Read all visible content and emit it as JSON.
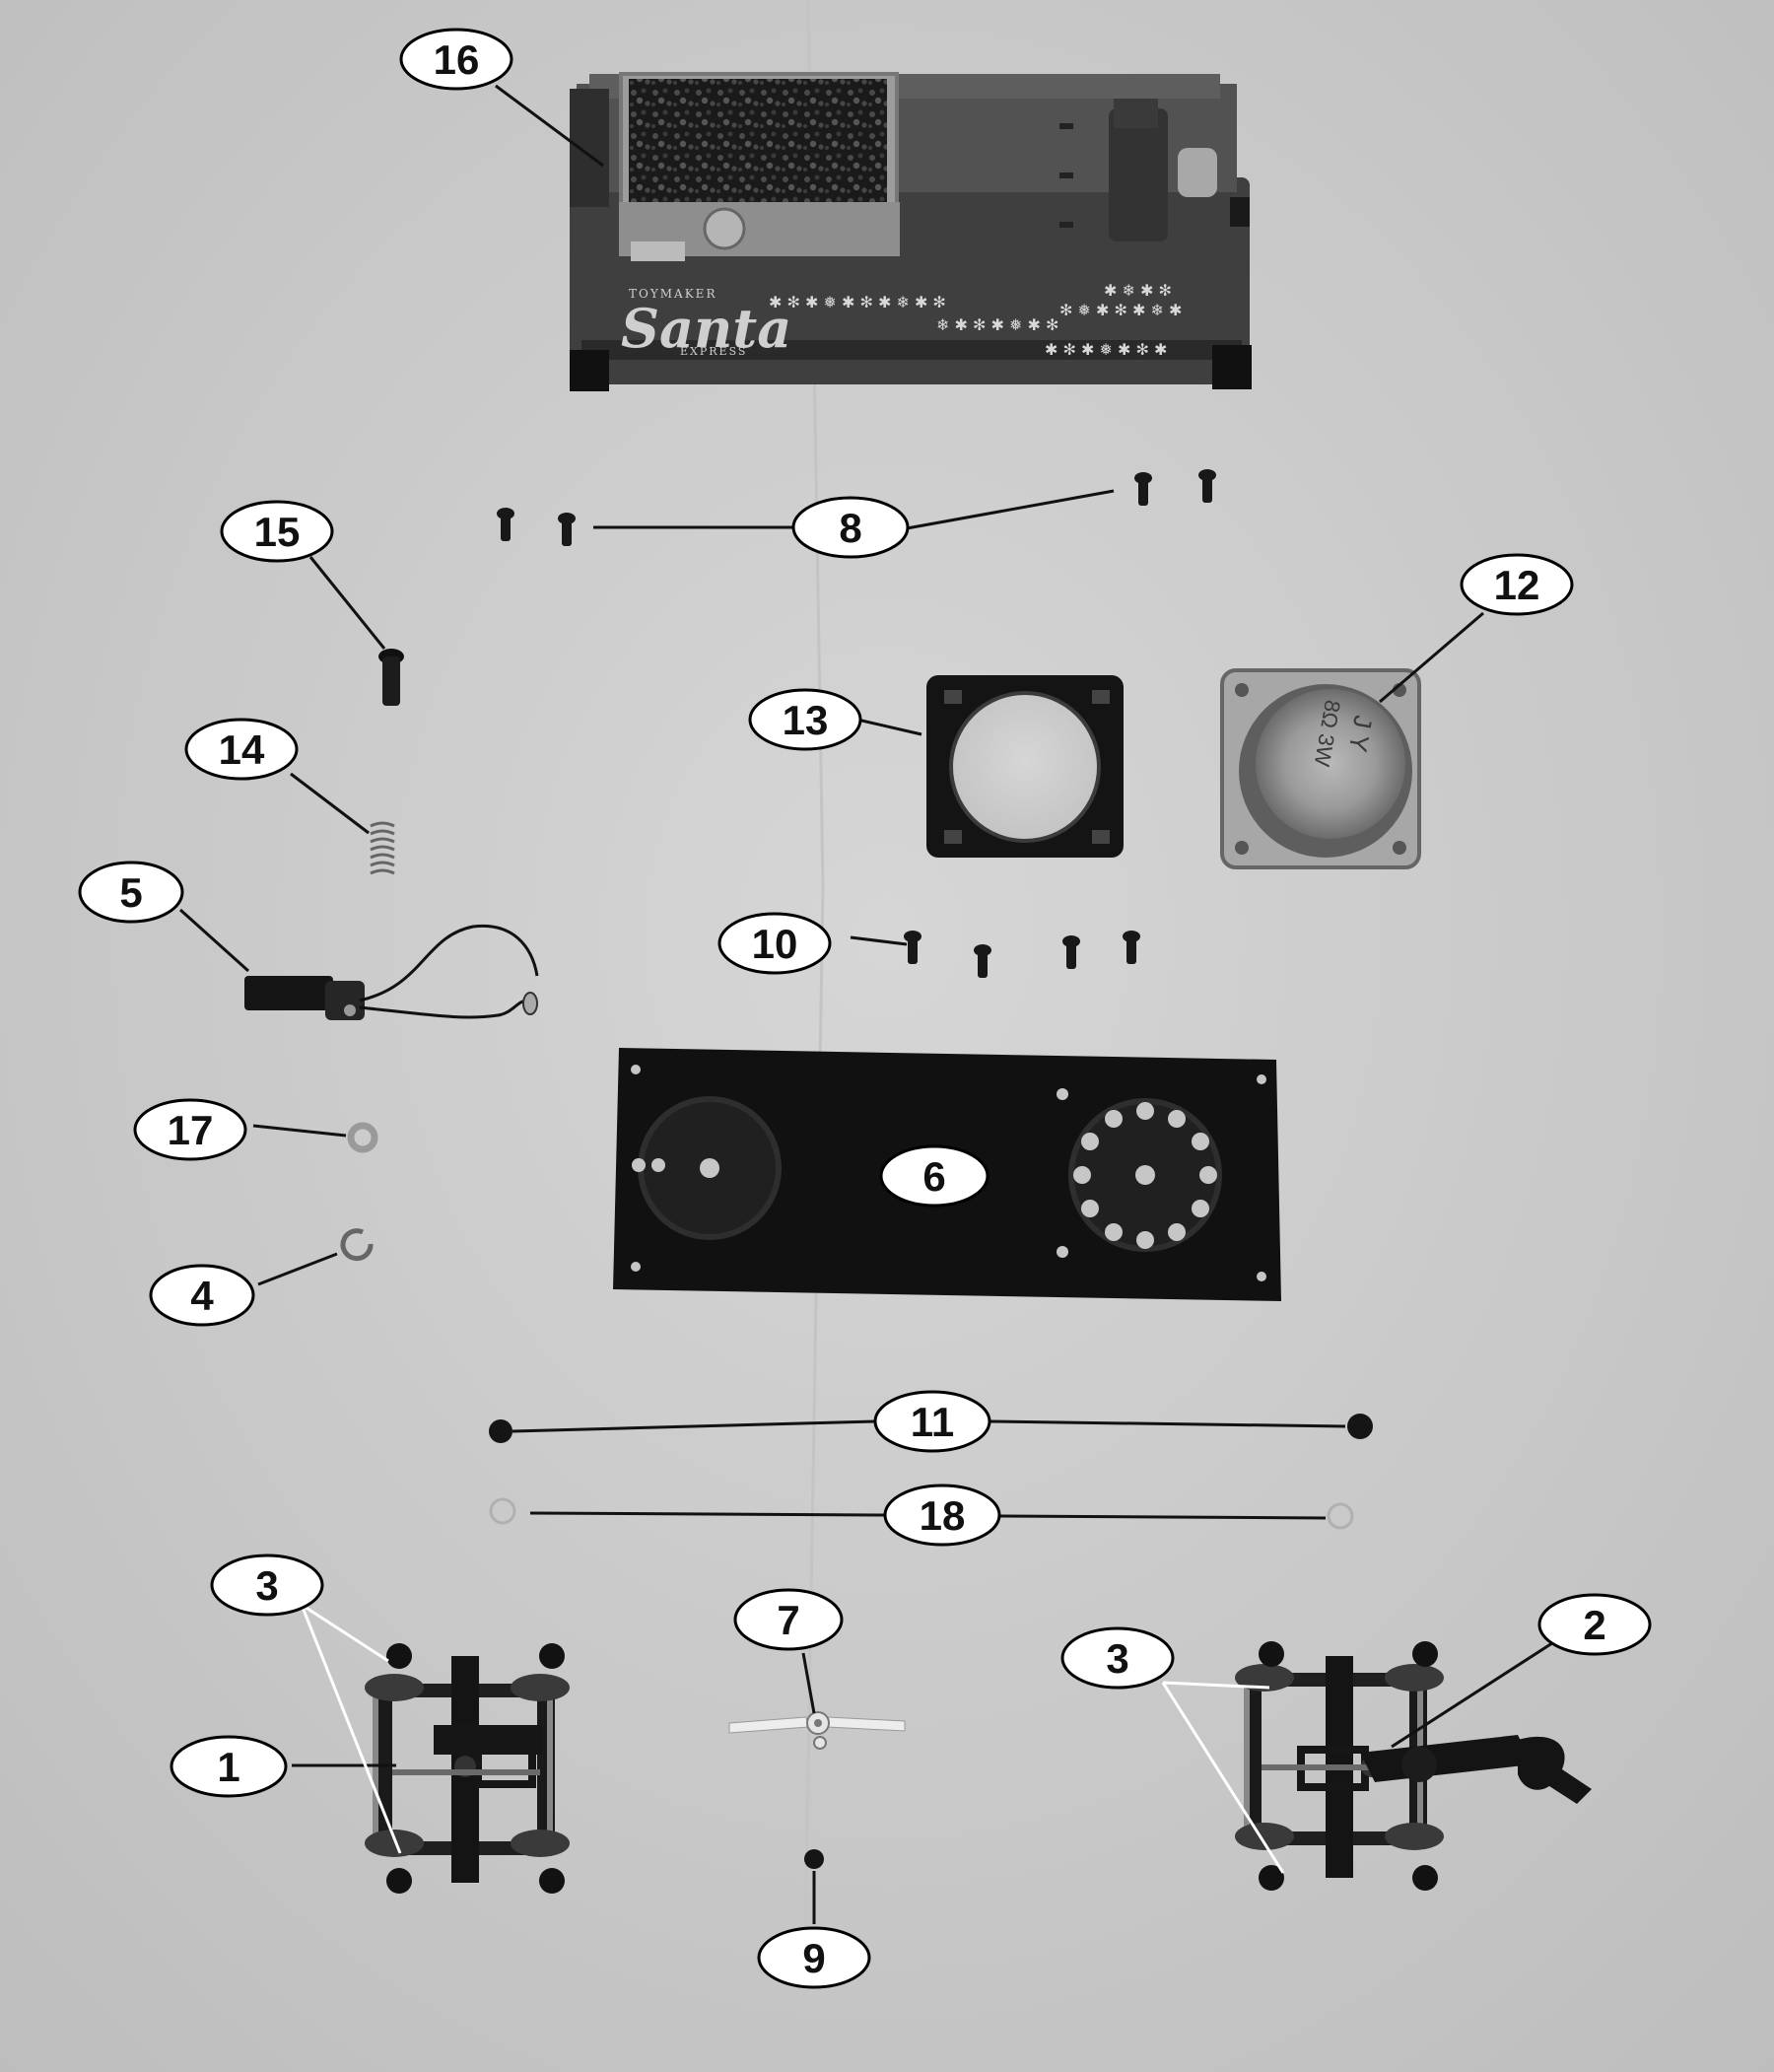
{
  "car": {
    "brand_line1": "TOYMAKER",
    "brand_line2": "Santa",
    "brand_line3": "EXPRESS"
  },
  "speaker": {
    "label_line1": "J Y",
    "label_line2": "8Ω 3W"
  },
  "callouts": {
    "c1": "1",
    "c2": "2",
    "c3a": "3",
    "c3b": "3",
    "c4": "4",
    "c5": "5",
    "c6": "6",
    "c7": "7",
    "c8": "8",
    "c9": "9",
    "c10": "10",
    "c11": "11",
    "c12": "12",
    "c13": "13",
    "c14": "14",
    "c15": "15",
    "c16": "16",
    "c17": "17",
    "c18": "18"
  },
  "colors": {
    "background": "#cdcdcd",
    "part_dark": "#141414",
    "callout_fill": "#ffffff",
    "callout_stroke": "#000000"
  }
}
